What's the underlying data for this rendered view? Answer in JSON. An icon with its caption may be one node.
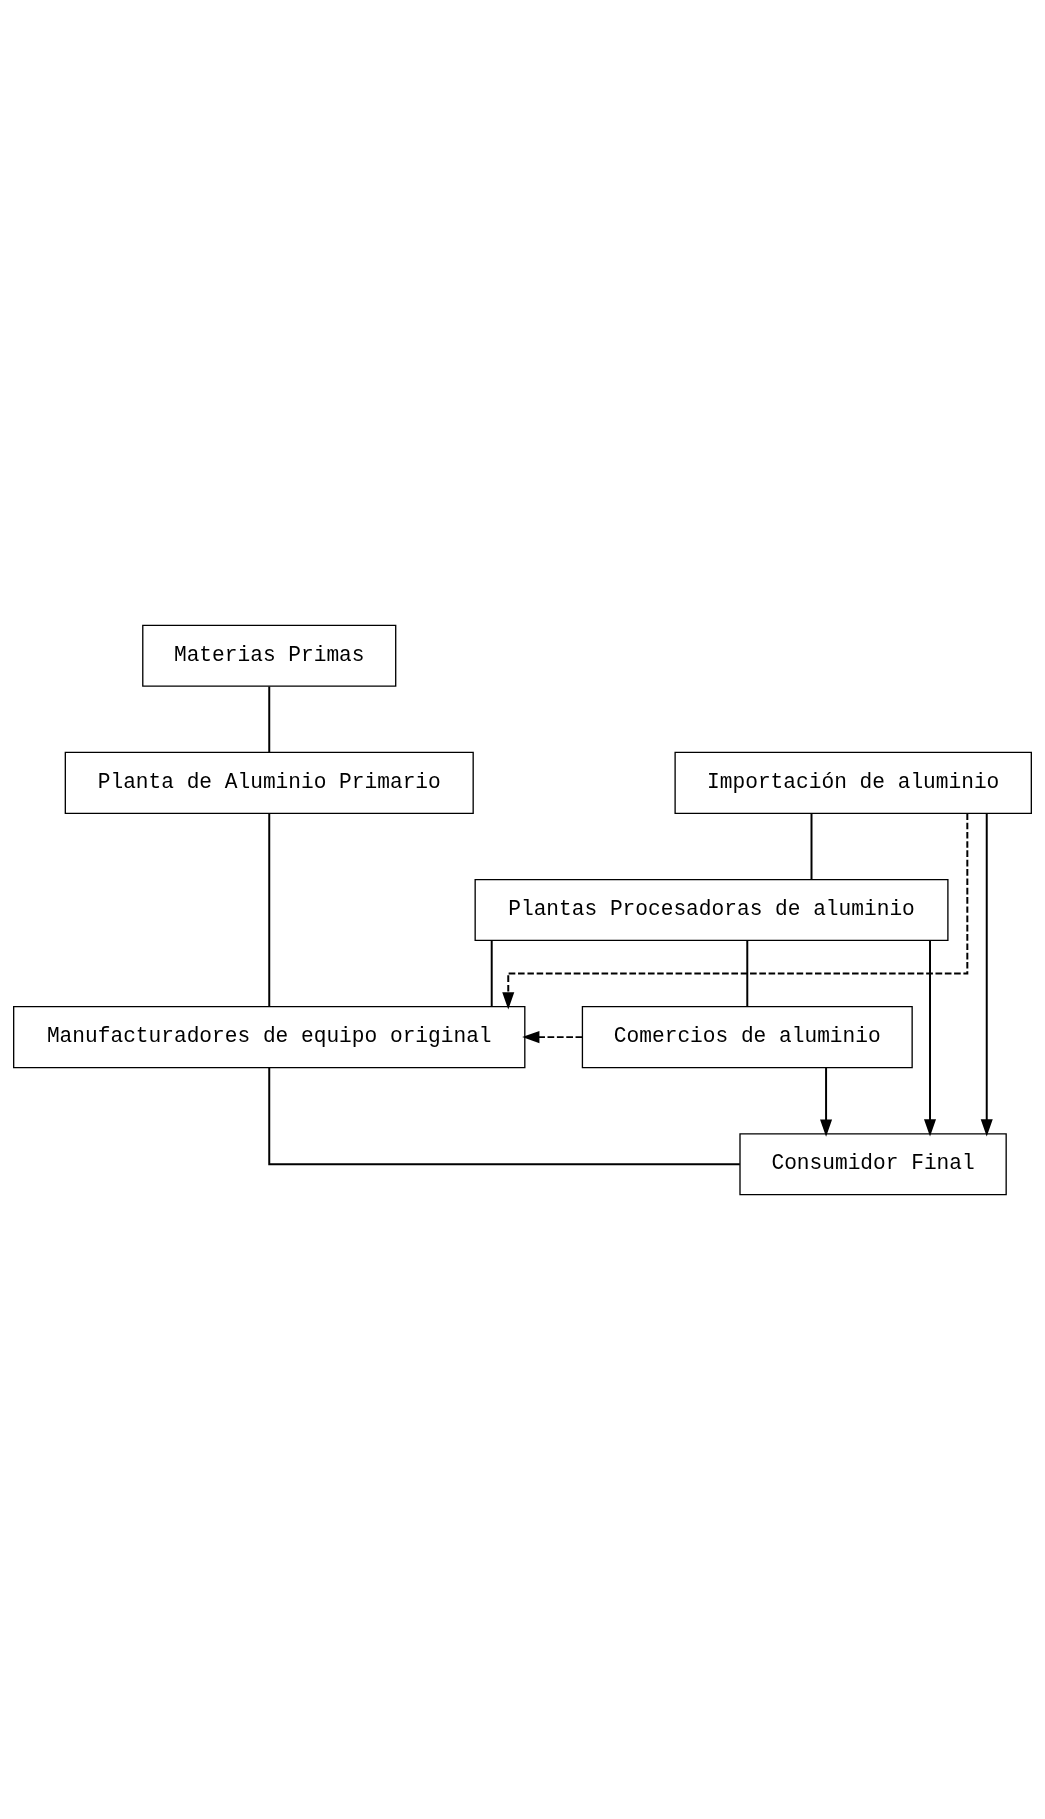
{
  "diagram": {
    "nodes": [
      {
        "text": [
          "Materias Primas"
        ]
      },
      {
        "text": [
          "Importación de aluminio"
        ]
      },
      {
        "text": [
          "Planta de Aluminio Primario"
        ]
      },
      {
        "text": [
          "Plantas Procesadoras de aluminio"
        ]
      },
      {
        "text": [
          "Comercios de aluminio"
        ]
      },
      {
        "text": [
          "Manufacturadores de equipo original"
        ]
      },
      {
        "text": [
          "Consumidor Final"
        ]
      }
    ],
    "edges": [
      {
        "from": 0,
        "to": 2,
        "arrow": "none"
      },
      {
        "from": 1,
        "to": 3,
        "arrow": "none"
      },
      {
        "from": 2,
        "to": 5,
        "arrow": "none"
      },
      {
        "from": 3,
        "to": 4,
        "arrow": "none"
      },
      {
        "from": 3,
        "to": 6,
        "arrow": "to"
      },
      {
        "from": 3,
        "to": 5,
        "arrow": "none"
      },
      {
        "from": 5,
        "to": 6,
        "arrow": "none"
      },
      {
        "from": 1,
        "to": 6,
        "arrow": "to"
      },
      {
        "from": 4,
        "to": 6,
        "arrow": "to"
      },
      {
        "from": 1,
        "to": 5,
        "arrow": "to",
        "style": "dashed"
      },
      {
        "from": 4,
        "to": 5,
        "arrow": "to",
        "style": "dashed"
      }
    ]
  }
}
